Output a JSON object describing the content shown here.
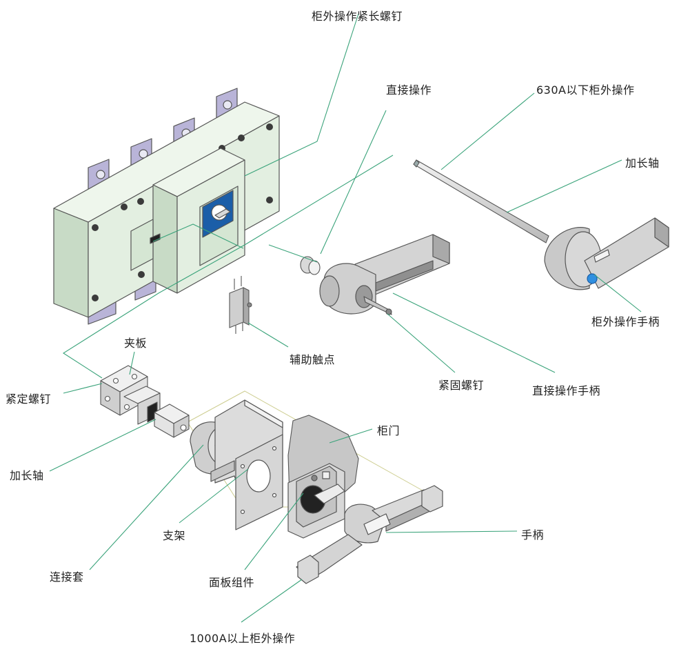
{
  "labels": {
    "panel_fastening_screw": "柜外操作紧长螺钉",
    "direct_operation": "直接操作",
    "below_630a_external": "630A以下柜外操作",
    "extension_shaft_top": "加长轴",
    "external_handle": "柜外操作手柄",
    "aux_contact": "辅助触点",
    "set_screw": "紧固螺钉",
    "direct_handle": "直接操作手柄",
    "clamp_plate": "夹板",
    "locking_screw": "紧定螺钉",
    "cabinet_door": "柜门",
    "extension_shaft_left": "加长轴",
    "bracket": "支架",
    "handle": "手柄",
    "coupling_sleeve": "连接套",
    "panel_assembly": "面板组件",
    "above_1000a_external": "1000A以上柜外操作"
  },
  "colors": {
    "leader": "#3aa37a",
    "guide": "#c9c98a",
    "body": "#e3efe1",
    "body_dark": "#c8dbc6",
    "terminal": "#b9b4d8",
    "part": "#cfcfcf",
    "part_dark": "#a9a9a9",
    "blue": "#1b5ea8",
    "knob_blue": "#2f8fe0"
  }
}
